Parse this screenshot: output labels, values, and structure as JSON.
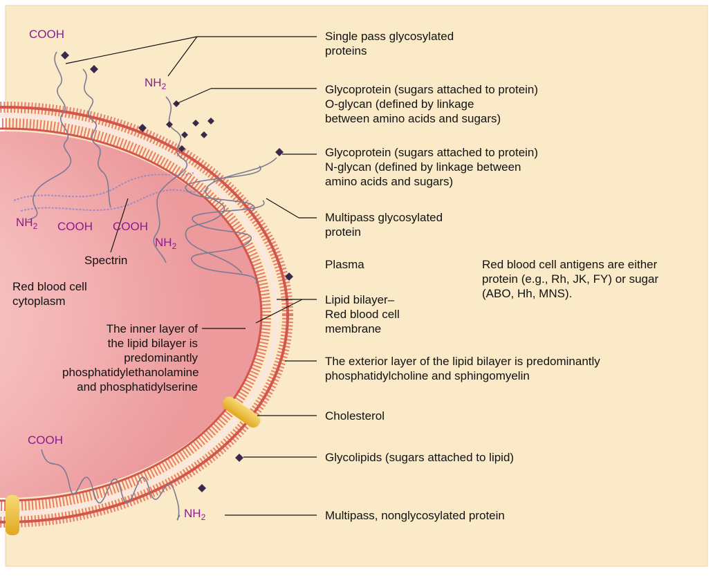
{
  "colors": {
    "background": "#fbeac8",
    "membrane": "#e97a6c",
    "membrane_dark": "#d2564a",
    "cytoplasm": "#f2a9ab",
    "terminus_text": "#8b1a8f",
    "sugar": "#3a2a4a",
    "cholesterol": "#f1c232"
  },
  "termini": {
    "cooh_top": "COOH",
    "nh2_top": "NH",
    "nh2_left": "NH",
    "cooh_left_1": "COOH",
    "cooh_left_2": "COOH",
    "nh2_mid": "NH",
    "cooh_bottom": "COOH",
    "nh2_bottom": "NH",
    "subscript": "2"
  },
  "labels": {
    "single_pass": [
      "Single pass glycosylated",
      "proteins"
    ],
    "o_glycan": [
      "Glycoprotein (sugars attached to protein)",
      "O-glycan (defined by linkage",
      "between amino acids and sugars)"
    ],
    "n_glycan": [
      "Glycoprotein (sugars attached to protein)",
      "N-glycan (defined by linkage between",
      "amino acids and sugars)"
    ],
    "multipass_glyco": [
      "Multipass glycosylated",
      "protein"
    ],
    "plasma": "Plasma",
    "antigens": [
      "Red blood cell antigens are either",
      "protein (e.g., Rh, JK, FY) or sugar",
      "(ABO, Hh, MNS)."
    ],
    "spectrin": "Spectrin",
    "cytoplasm": [
      "Red blood cell",
      "cytoplasm"
    ],
    "lipid_bilayer": [
      "Lipid bilayer–",
      "Red blood cell",
      "membrane"
    ],
    "inner_layer": [
      "The inner layer of",
      "the lipid bilayer is",
      "predominantly",
      "phosphatidylethanolamine",
      "and phosphatidylserine"
    ],
    "exterior_layer": [
      "The exterior layer of the lipid bilayer is predominantly",
      "phosphatidylcholine and sphingomyelin"
    ],
    "cholesterol": "Cholesterol",
    "glycolipids": "Glycolipids (sugars attached to lipid)",
    "multipass_nonglyco": "Multipass, nonglycosylated protein"
  }
}
